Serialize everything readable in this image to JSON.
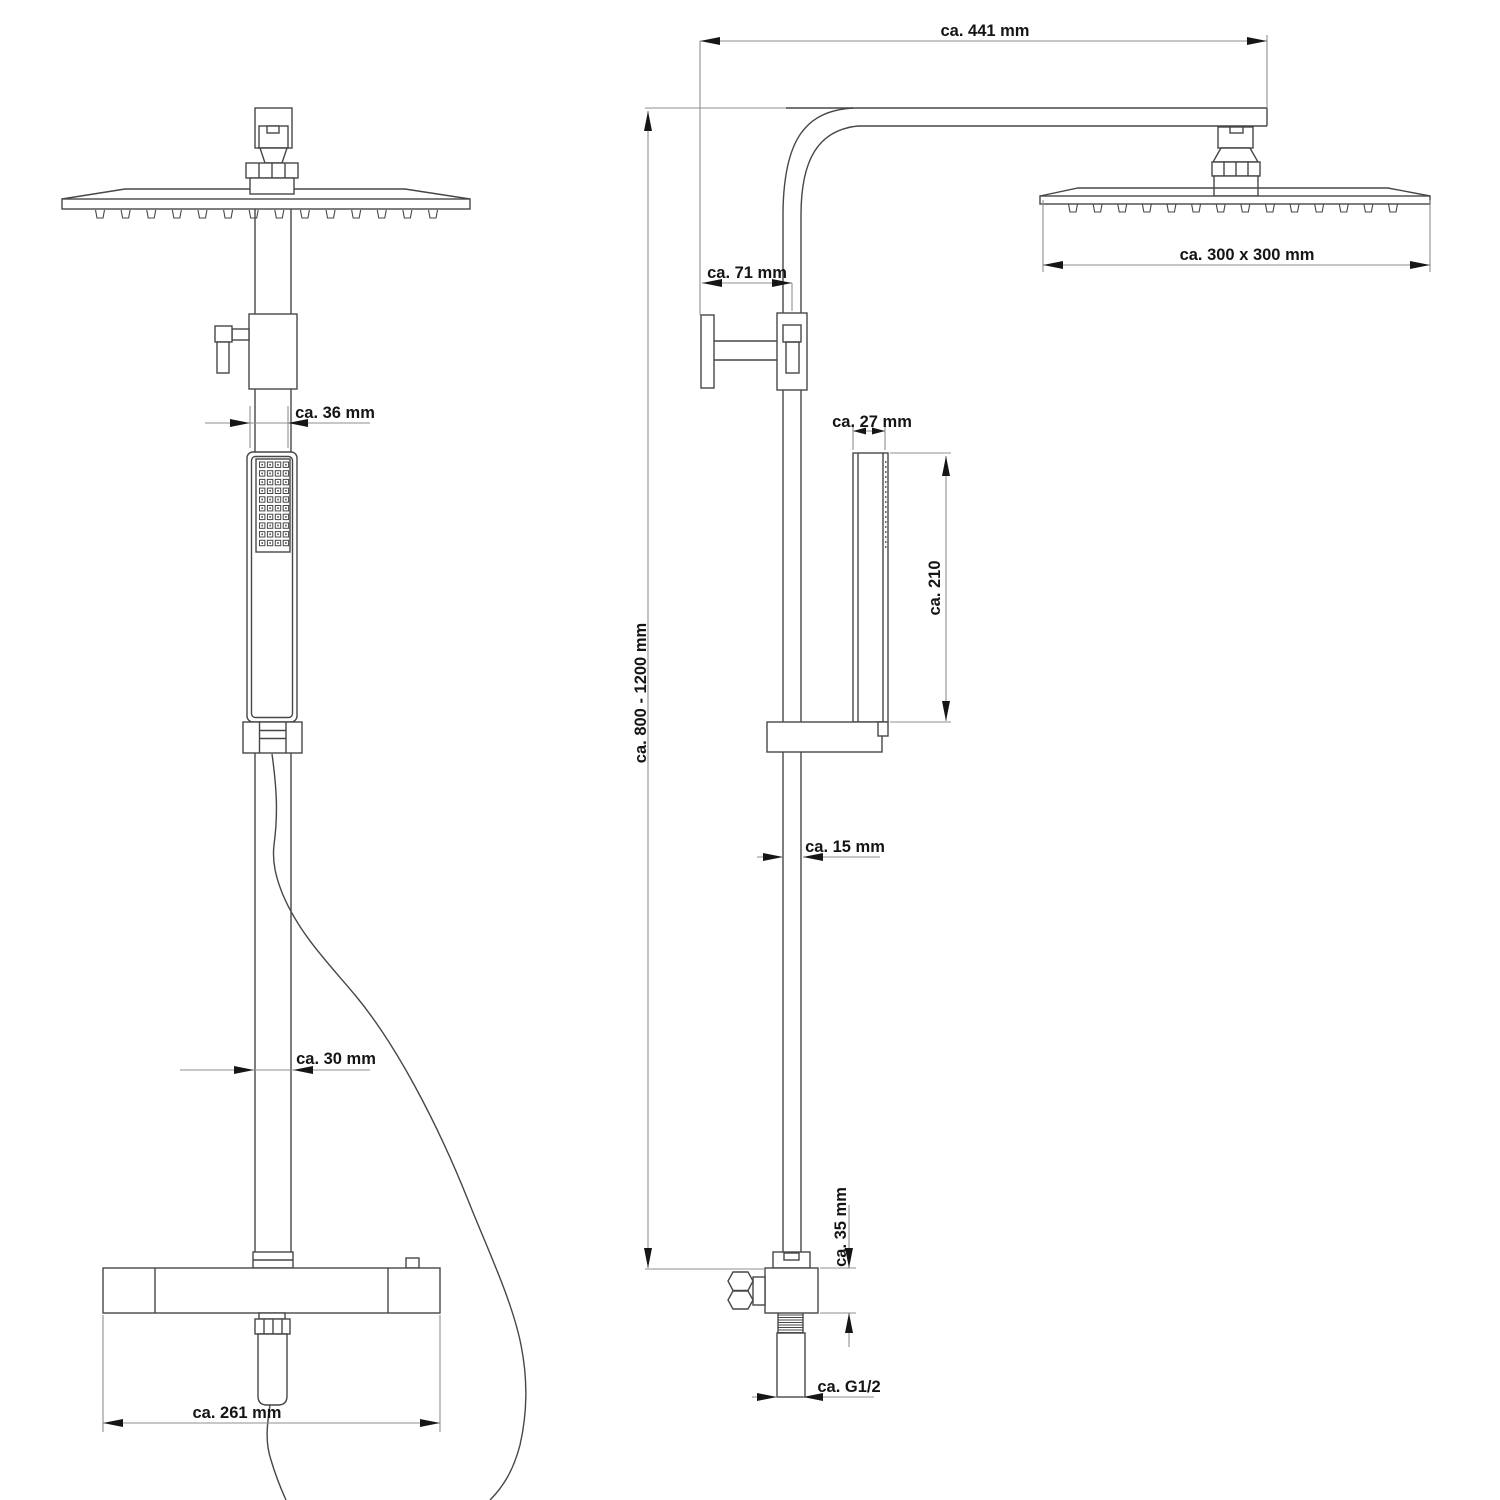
{
  "page": {
    "background": "#ffffff",
    "part_line_color": "#474747",
    "dimension_line_color": "#8f8f8f",
    "text_color": "#151515"
  },
  "drawing": {
    "subject": "Shower column with square overhead rain shower, hand shower and thermostatic mixer - dimensioned technical drawing",
    "views": [
      "front view",
      "side view"
    ],
    "dimensions": {
      "arm_length": "ca. 441 mm",
      "overhead_size": "ca. 300 x 300 mm",
      "wall_distance": "ca. 71 mm",
      "handshower_depth": "ca. 27 mm",
      "handshower_length": "ca. 210",
      "column_height": "ca. 800 - 1200 mm",
      "pipe_side": "ca. 15 mm",
      "connector_block": "ca. 35 mm",
      "thread": "ca. G1/2",
      "handshower_width": "ca. 36 mm",
      "pipe_front": "ca. 30 mm",
      "mixer_width": "ca. 261 mm"
    }
  }
}
